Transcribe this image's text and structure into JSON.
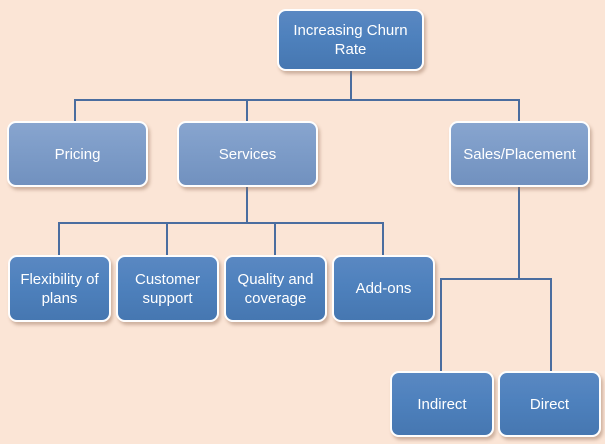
{
  "diagram": {
    "type": "hierarchy-tree",
    "background_color": "#FBE5D6",
    "node_fill_primary": "#4E81BD",
    "node_fill_secondary": "#7D9CC8",
    "connector_color": "#4A6D9F",
    "text_color": "#FFFFFF",
    "root": {
      "label": "Increasing Churn Rate"
    },
    "level2": [
      {
        "label": "Pricing"
      },
      {
        "label": "Services"
      },
      {
        "label": "Sales/Placement"
      }
    ],
    "services_children": [
      {
        "label": "Flexibility of plans"
      },
      {
        "label": "Customer support"
      },
      {
        "label": "Quality and coverage"
      },
      {
        "label": "Add-ons"
      }
    ],
    "sales_children": [
      {
        "label": "Indirect"
      },
      {
        "label": "Direct"
      }
    ]
  }
}
